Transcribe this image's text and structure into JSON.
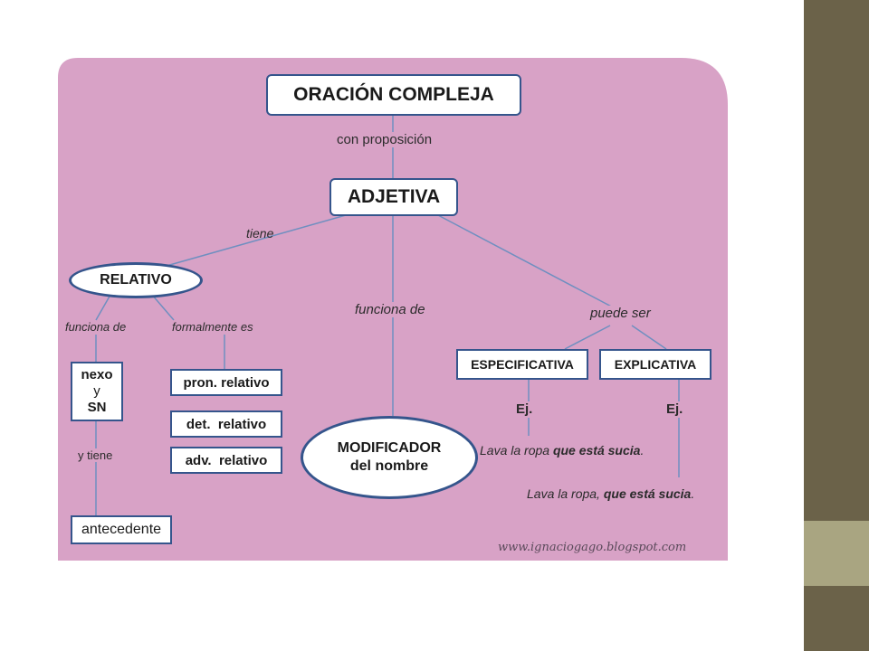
{
  "colors": {
    "background": "#d8a2c6",
    "node_border": "#35558c",
    "connector": "#6f8fc0",
    "side_dark": "#6b6249",
    "side_light": "#a9a581"
  },
  "diagram": {
    "root": "ORACIÓN COMPLEJA",
    "root_link": "con proposición",
    "adjetiva": "ADJETIVA",
    "link_tiene": "tiene",
    "relativo": "RELATIVO",
    "link_funciona_de_left": "funciona de",
    "link_formalmente_es": "formalmente es",
    "nexo_line1": "nexo",
    "nexo_line2": "y",
    "nexo_line3": "SN",
    "link_y_tiene": "y tiene",
    "antecedente": "antecedente",
    "pron_relativo": "pron. relativo",
    "det_relativo": "det.  relativo",
    "adv_relativo": "adv.  relativo",
    "link_funciona_de_center": "funciona de",
    "modificador_line1": "MODIFICADOR",
    "modificador_line2": "del nombre",
    "link_puede_ser": "puede ser",
    "especificativa": "ESPECIFICATIVA",
    "explicativa": "EXPLICATIVA",
    "ej_left": "Ej.",
    "ej_right": "Ej.",
    "example1_plain": "Lava la ropa ",
    "example1_bold": "que está sucia",
    "example1_end": ".",
    "example2_plain": "Lava la ropa, ",
    "example2_bold": "que está sucia",
    "example2_end": ".",
    "watermark": "www.ignaciogago.blogspot.com"
  }
}
